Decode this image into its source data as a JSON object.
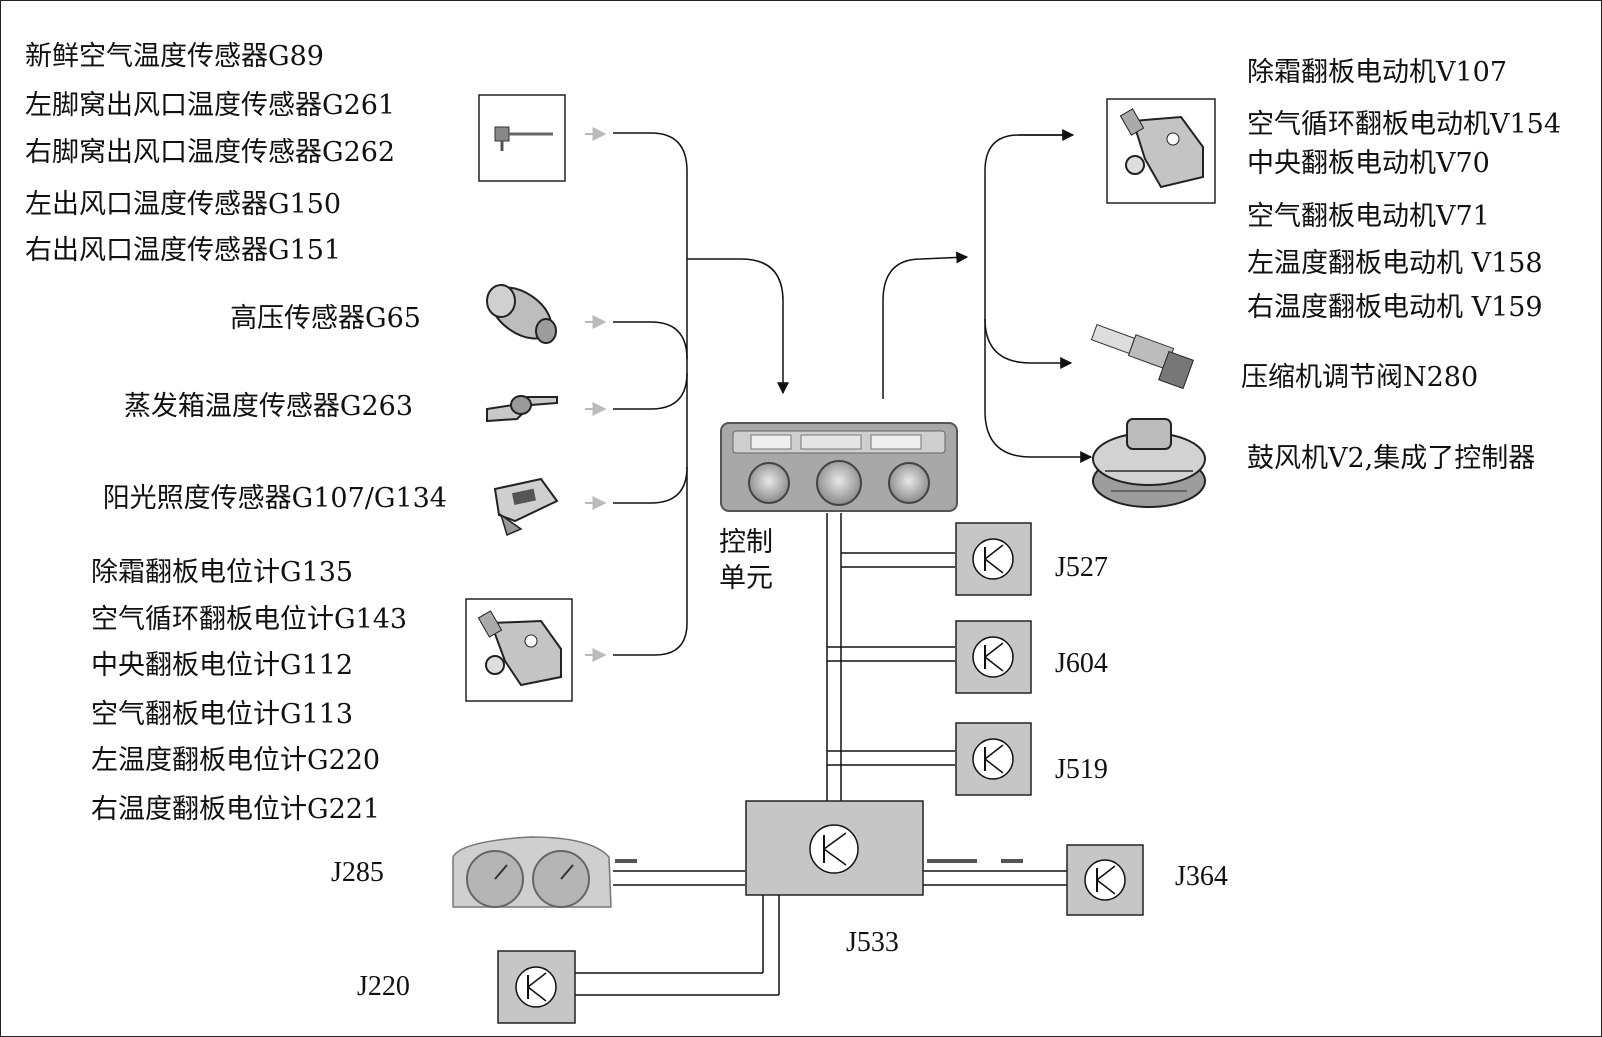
{
  "inputs": {
    "group1": [
      "新鲜空气温度传感器G89",
      "左脚窝出风口温度传感器G261",
      "右脚窝出风口温度传感器G262",
      "左出风口温度传感器G150",
      "右出风口温度传感器G151"
    ],
    "high_pressure": "高压传感器G65",
    "evaporator": "蒸发箱温度传感器G263",
    "sunlight": "阳光照度传感器G107/G134",
    "potentiometers": [
      "除霜翻板电位计G135",
      "空气循环翻板电位计G143",
      "中央翻板电位计G112",
      "空气翻板电位计G113",
      "左温度翻板电位计G220",
      "右温度翻板电位计G221"
    ]
  },
  "outputs": {
    "motors": [
      "除霜翻板电动机V107",
      "空气循环翻板电动机V154",
      "中央翻板电动机V70",
      "空气翻板电动机V71",
      "左温度翻板电动机 V158",
      "右温度翻板电动机 V159"
    ],
    "compressor_valve": "压缩机调节阀N280",
    "blower": "鼓风机V2,集成了控制器"
  },
  "control_unit": [
    "控制",
    "单元"
  ],
  "bus_nodes": {
    "j527": "J527",
    "j604": "J604",
    "j519": "J519",
    "j533": "J533",
    "j285": "J285",
    "j364": "J364",
    "j220": "J220"
  },
  "icons": {
    "sensor": "temperature-sensor-icon",
    "module": "control-module-transistor-icon",
    "flap_motor": "flap-motor-icon",
    "blower": "blower-fan-icon",
    "valve": "compressor-valve-icon",
    "cluster": "instrument-cluster-icon"
  }
}
